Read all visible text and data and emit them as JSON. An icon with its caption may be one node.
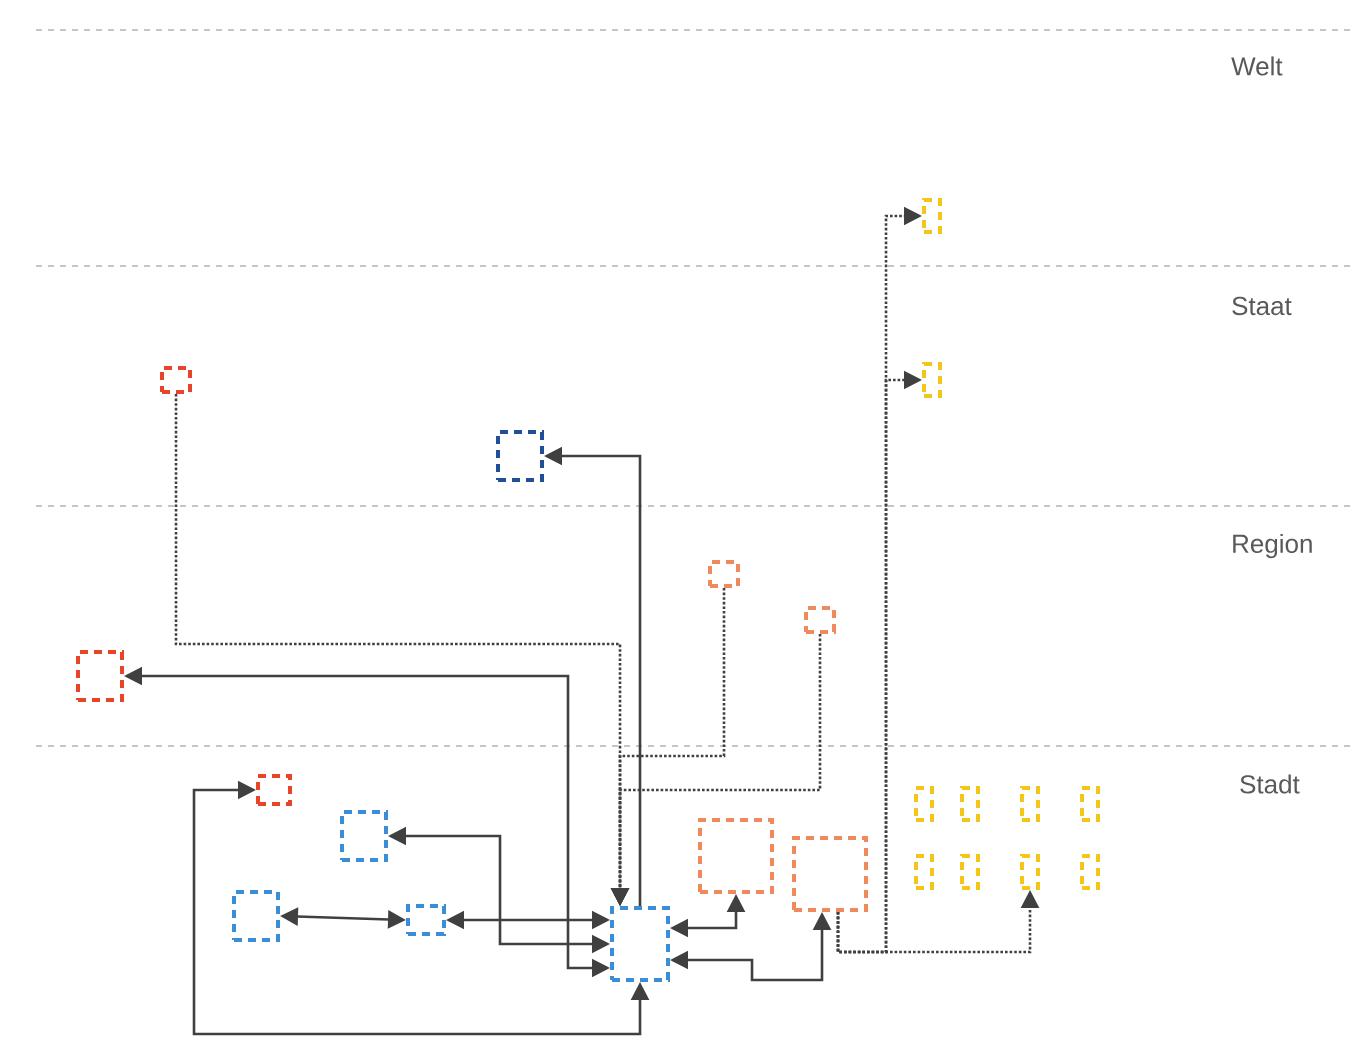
{
  "diagram": {
    "nodes": [
      {
        "text": [],
        "shape": "box"
      },
      {
        "text": [],
        "shape": "box"
      },
      {
        "text": [],
        "shape": "box"
      },
      {
        "text": [],
        "shape": "box"
      },
      {
        "text": [],
        "shape": "box"
      },
      {
        "text": [],
        "shape": "box"
      },
      {
        "text": [],
        "shape": "box"
      },
      {
        "text": [],
        "shape": "box"
      },
      {
        "text": [],
        "shape": "box"
      },
      {
        "text": [],
        "shape": "box"
      },
      {
        "text": [],
        "shape": "box"
      },
      {
        "text": [],
        "shape": "box"
      },
      {
        "text": [],
        "shape": "box"
      },
      {
        "text": [],
        "shape": "box"
      },
      {
        "text": [],
        "shape": "box"
      },
      {
        "text": [],
        "shape": "box"
      },
      {
        "text": [],
        "shape": "box"
      },
      {
        "text": [],
        "shape": "box"
      },
      {
        "text": [],
        "shape": "box"
      },
      {
        "text": [],
        "shape": "box"
      },
      {
        "text": [],
        "shape": "box"
      },
      {
        "text": [],
        "shape": "box"
      }
    ],
    "edges": [
      {
        "from": 11,
        "to": 3,
        "arrow": "to"
      },
      {
        "from": 11,
        "to": 6,
        "arrow": "both"
      },
      {
        "from": 8,
        "to": 11,
        "arrow": "both"
      },
      {
        "from": 10,
        "to": 11,
        "arrow": "both"
      },
      {
        "from": 9,
        "to": 10,
        "arrow": "both"
      },
      {
        "from": 11,
        "to": 7,
        "arrow": "both"
      },
      {
        "from": 1,
        "to": 11,
        "arrow": "to",
        "style": "dashed"
      },
      {
        "from": 4,
        "to": 11,
        "arrow": "to",
        "style": "dashed"
      },
      {
        "from": 5,
        "to": 11,
        "arrow": "to",
        "style": "dashed"
      },
      {
        "from": 12,
        "to": 11,
        "arrow": "both"
      },
      {
        "from": 13,
        "to": 11,
        "arrow": "both"
      },
      {
        "from": 13,
        "to": 0,
        "arrow": "to",
        "style": "dashed"
      },
      {
        "from": 13,
        "to": 2,
        "arrow": "to",
        "style": "dashed"
      },
      {
        "from": 13,
        "to": 20,
        "arrow": "to",
        "style": "dashed"
      }
    ],
    "labels": [
      "Welt",
      "Staat",
      "Region",
      "Stadt"
    ]
  }
}
